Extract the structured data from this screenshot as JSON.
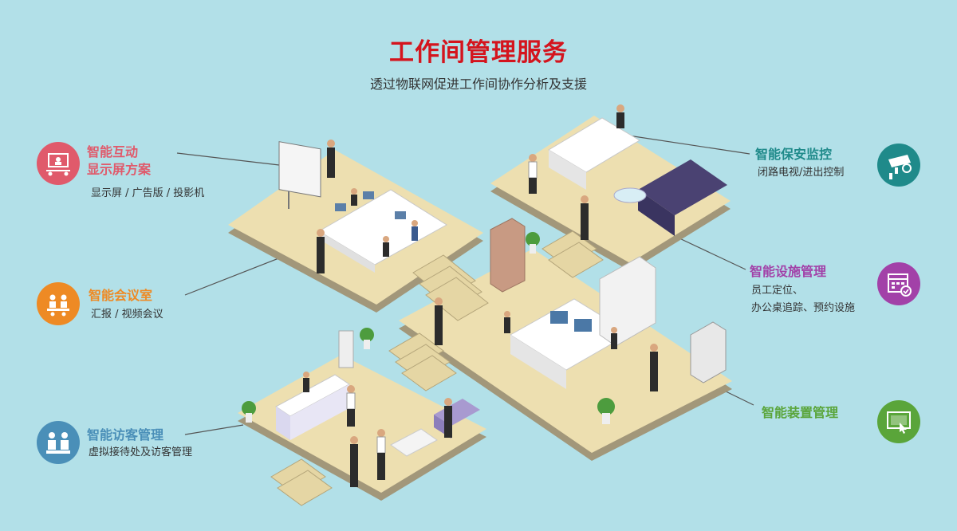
{
  "header": {
    "title": "工作间管理服务",
    "subtitle": "透过物联网促进工作间协作分析及支援"
  },
  "features": {
    "display": {
      "title_line1": "智能互动",
      "title_line2": "显示屏方案",
      "desc": "显示屏 / 广告版 / 投影机",
      "color": "#e05a6b",
      "icon": "presentation-icon"
    },
    "meeting": {
      "title": "智能会议室",
      "desc": "汇报 / 视频会议",
      "color": "#ee8a24",
      "icon": "meeting-table-icon"
    },
    "visitor": {
      "title": "智能访客管理",
      "desc": "虚拟接待处及访客管理",
      "color": "#4a8fb8",
      "icon": "reception-icon"
    },
    "security": {
      "title": "智能保安监控",
      "desc": "闭路电视/进出控制",
      "color": "#1f8a8a",
      "icon": "cctv-camera-icon"
    },
    "facility": {
      "title": "智能设施管理",
      "desc_line1": "员工定位、",
      "desc_line2": "办公桌追踪、预约设施",
      "color": "#a241a8",
      "icon": "calendar-check-icon"
    },
    "device": {
      "title": "智能装置管理",
      "color": "#5aa53a",
      "icon": "touch-screen-icon"
    }
  }
}
